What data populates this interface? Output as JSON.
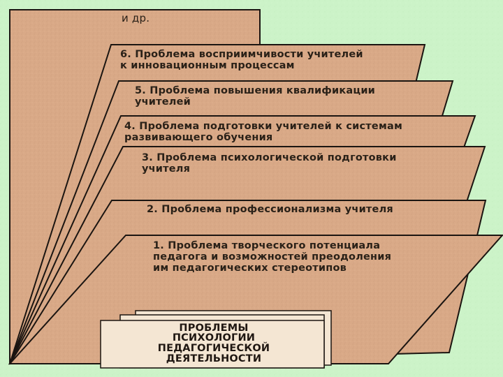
{
  "diagram": {
    "top_sheet_label": "и др.",
    "problems": [
      {
        "number": 6,
        "text": "6. Проблема восприимчивости учителей\nк инновационным процессам"
      },
      {
        "number": 5,
        "text": "5. Проблема повышения квалификации\nучителей"
      },
      {
        "number": 4,
        "text": "4. Проблема подготовки учителей к системам\nразвивающего обучения"
      },
      {
        "number": 3,
        "text": "3. Проблема психологической подготовки\nучителя"
      },
      {
        "number": 2,
        "text": "2. Проблема профессионализма учителя"
      },
      {
        "number": 1,
        "text": "1. Проблема творческого потенциала\nпедагога и возможностей преодоления\nим педагогических стереотипов"
      }
    ],
    "title_card": "ПРОБЛЕМЫ\nПСИХОЛОГИИ\nПЕДАГОГИЧЕСКОЙ\nДЕЯТЕЛЬНОСТИ",
    "colors": {
      "background": "#ccf3c8",
      "sheet_fill": "#d9a987",
      "sheet_stroke": "#1b1511",
      "card_fill": "#f4e6d3",
      "text": "#2a2118"
    }
  }
}
